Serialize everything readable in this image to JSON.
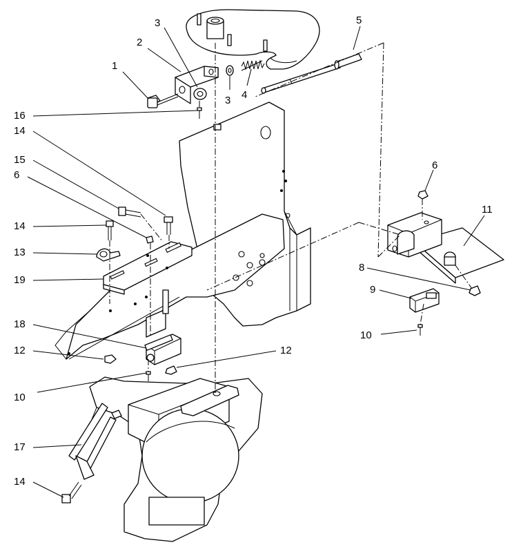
{
  "diagram": {
    "callouts": [
      {
        "id": "c1",
        "label": "1"
      },
      {
        "id": "c2",
        "label": "2"
      },
      {
        "id": "c3a",
        "label": "3"
      },
      {
        "id": "c3b",
        "label": "3"
      },
      {
        "id": "c4",
        "label": "4"
      },
      {
        "id": "c5",
        "label": "5"
      },
      {
        "id": "c16",
        "label": "16"
      },
      {
        "id": "c14a",
        "label": "14"
      },
      {
        "id": "c15",
        "label": "15"
      },
      {
        "id": "c6a",
        "label": "6"
      },
      {
        "id": "c14b",
        "label": "14"
      },
      {
        "id": "c13",
        "label": "13"
      },
      {
        "id": "c19",
        "label": "19"
      },
      {
        "id": "c18",
        "label": "18"
      },
      {
        "id": "c12a",
        "label": "12"
      },
      {
        "id": "c10a",
        "label": "10"
      },
      {
        "id": "c12b",
        "label": "12"
      },
      {
        "id": "c17",
        "label": "17"
      },
      {
        "id": "c14c",
        "label": "14"
      },
      {
        "id": "c6b",
        "label": "6"
      },
      {
        "id": "c11",
        "label": "11"
      },
      {
        "id": "c8",
        "label": "8"
      },
      {
        "id": "c9",
        "label": "9"
      },
      {
        "id": "c10b",
        "label": "10"
      }
    ]
  }
}
